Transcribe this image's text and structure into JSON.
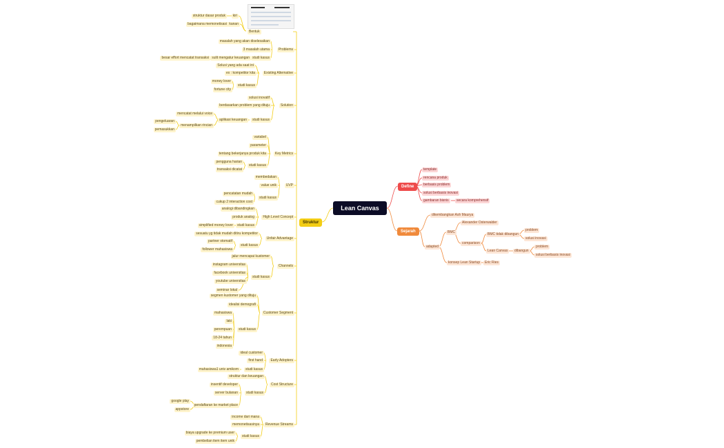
{
  "root": "Lean Canvas",
  "branches": {
    "define": "Define",
    "sejarah": "Sejarah",
    "struktur": "Struktur"
  },
  "colors": {
    "define": "#ee4b4b",
    "sejarah": "#f08a3c",
    "struktur": "#f3cd14",
    "root": "#0c0c26"
  },
  "define_items": [
    "template",
    "rencana produk",
    "berbasis problem",
    "solusi berbasis inovasi",
    "gambaran bisnis",
    "secara komprehensif"
  ],
  "sejarah": {
    "aash": "dikembangkan Ash Maurya",
    "adapted": "adapted",
    "bmc": "BMC",
    "osterwalder": "Alexander Osterwalder",
    "comparison": "comparison",
    "bmc_built": "BMC tidak dibangun",
    "problem": "problem",
    "solusi_inovasi": "solusi inovasi",
    "lean_canvas": "Lean Canvas",
    "dibangun": "dibangun",
    "problem2": "problem",
    "solusi_berbasis": "solusi berbasis inovasi",
    "lean_startup": "konsep Lean Startup",
    "eric_ries": "Eric Ries"
  },
  "struktur": {
    "bentuk": "Bentuk",
    "kiri": "kiri",
    "kanan": "kanan",
    "kiri_d": "struktur dasar produk",
    "kanan_d": "bagaimana memonetisasi",
    "problems": "Problems",
    "p1": "masalah yang akan diselesaikan",
    "p2": "3 masalah utama",
    "p3": "studi kasus",
    "p3a": "sulit mengatur keuangan",
    "p3b": "besar effort mencatat transaksi",
    "existing": "Existing Alternative",
    "e1": "Solusi yang ada saat ini",
    "e2": "ex : kompetitor kita",
    "e3": "studi kasus",
    "e3a": "money lover",
    "e3b": "fortune city",
    "solution": "Solution",
    "s1": "solusi inovatif",
    "s2": "berdasarkan problem yang dituju",
    "s3": "studi kasus",
    "s3a": "aplikasi keuangan",
    "s3a1": "mencatat melalui voice",
    "s3a2": "menampilkan rincian",
    "s3a2a": "pengeluaran",
    "s3a2b": "pemasukkan",
    "keymetrics": "Key Metrics",
    "k1": "variabel",
    "k2": "parameter",
    "k3": "tentang bekerjanya produk kita",
    "k4": "studi kasus",
    "k4a": "pengguna harian",
    "k4b": "transaksi dicatat",
    "uvp": "UVP",
    "u1": "membedakan",
    "u2": "value unik",
    "u3": "studi kasus",
    "u3a": "pencatatan mudah",
    "u3b": "cukup 2 interaction cost",
    "hlc": "High Level Concept",
    "h1": "analogi dibandingkan",
    "h2": "produk analog",
    "h3": "studi kasus",
    "h3a": "simplified money lover",
    "unfair": "Unfair Advantage",
    "ua1": "sesuatu yg tidak mudah ditiru kompetitor",
    "ua2": "studi kasus",
    "ua2a": "partner otomatif",
    "ua2b": "follower mahasiswa",
    "channels": "Channels",
    "c1": "jalur mencapai kustomer",
    "c2": "studi kasus",
    "c2a": "instagram universitas",
    "c2b": "facebook universitas",
    "c2c": "youtube universitas",
    "c2d": "seminar lokal",
    "segment": "Customer Segment",
    "cs1": "segmen kustomer yang dituju",
    "cs2": "idealisi demografi",
    "cs3": "studi kasus",
    "cs3a": "mahasiswa",
    "cs3b": "laki",
    "cs3c": "perempuan",
    "cs3d": "18-24 tahun",
    "cs3e": "indonesia",
    "early": "Early Adopters",
    "ea1": "ideal customer",
    "ea2": "first hand",
    "ea3": "studi kasus",
    "ea3a": "mahasiswa1 univ amikom",
    "cost": "Cost Structure",
    "co1": "struktur dan keuangan",
    "co2": "studi kasus",
    "co2a": "insentif developer",
    "co2b": "server bulanan",
    "co2c": "pendaftaran ke market place",
    "co2c1": "google play",
    "co2c2": "appstore",
    "revenue": "Revenue Streams",
    "r1": "income dari mana",
    "r2": "memonetisasinya",
    "r3": "studi kasus",
    "r3a": "biaya upgrade ke premium user",
    "r3b": "pembelian item item unik"
  }
}
